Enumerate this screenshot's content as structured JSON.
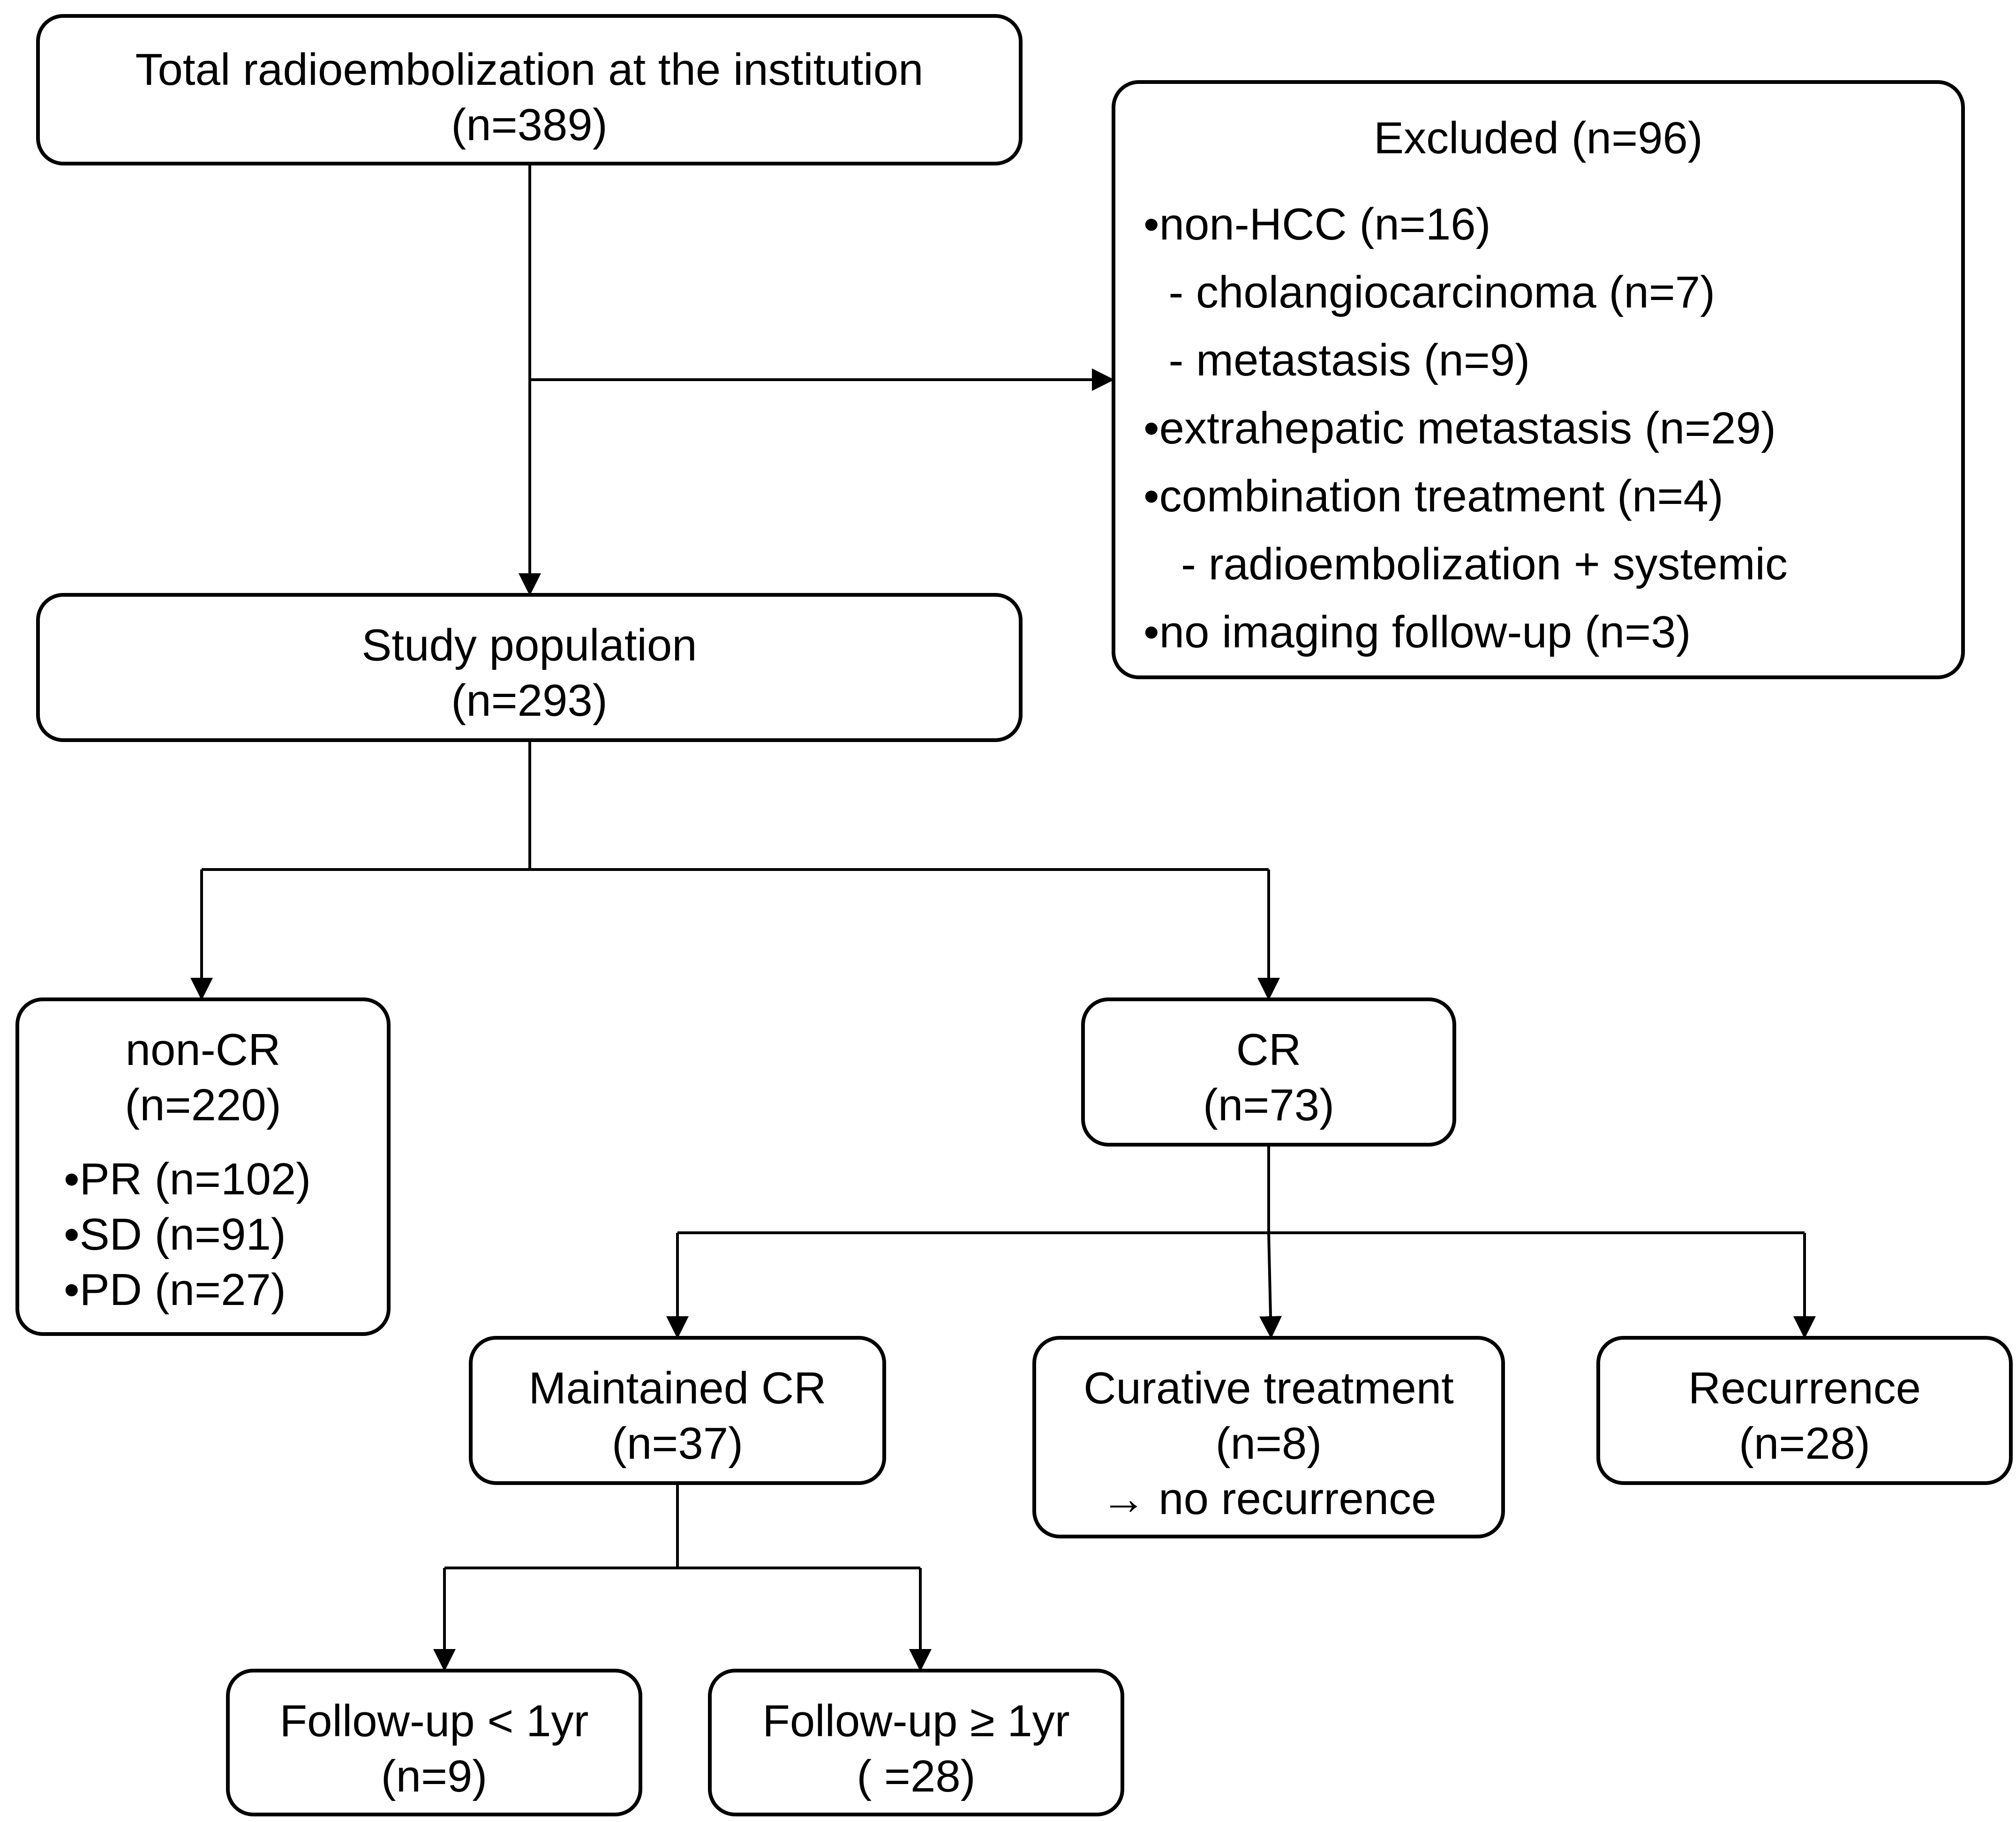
{
  "boxes": {
    "total": {
      "title": "Total radioembolization at the institution",
      "count": "(n=389)"
    },
    "excluded": {
      "title": "Excluded (n=96)",
      "items": [
        "•non-HCC (n=16)",
        "  - cholangiocarcinoma (n=7)",
        "  - metastasis (n=9)",
        "•extrahepatic metastasis (n=29)",
        "•combination treatment (n=4)",
        "   - radioembolization + systemic",
        "•no imaging follow-up (n=3)"
      ]
    },
    "study": {
      "title": "Study population",
      "count": "(n=293)"
    },
    "non_cr": {
      "title": "non-CR",
      "count": "(n=220)",
      "items": [
        "•PR (n=102)",
        "•SD (n=91)",
        "•PD (n=27)"
      ]
    },
    "cr": {
      "title": "CR",
      "count": "(n=73)"
    },
    "maintained": {
      "title": "Maintained CR",
      "count": "(n=37)"
    },
    "curative": {
      "title": "Curative treatment",
      "count": "(n=8)",
      "note": "→ no recurrence"
    },
    "recurrence": {
      "title": "Recurrence",
      "count": "(n=28)"
    },
    "followup_lt": {
      "title": "Follow-up < 1yr",
      "count": "(n=9)"
    },
    "followup_ge": {
      "title": "Follow-up ≥ 1yr",
      "count": "( =28)"
    }
  }
}
